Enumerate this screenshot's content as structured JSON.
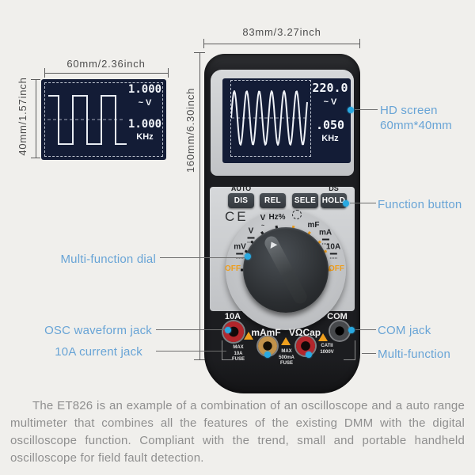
{
  "colors": {
    "accent_blue": "#68a4d6",
    "callout_cyan": "#29a9e1",
    "orange": "#f0a01e",
    "screen_navy": "#131c36",
    "jack_red": "#b3262b",
    "jack_brass": "#c2924a"
  },
  "dimensions": {
    "device_width": "83mm/3.27inch",
    "device_height": "160mm/6.30inch",
    "screen_width": "60mm/2.36inch",
    "screen_height": "40mm/1.57inch"
  },
  "inset_screen": {
    "v_value": "1.000",
    "v_unit": "~ V",
    "f_value": "1.000",
    "f_unit": "KHz"
  },
  "device_screen": {
    "v_value": "220.0",
    "v_unit": "~ V",
    "f_value": ".050",
    "f_unit": "KHz"
  },
  "buttons": {
    "auto_label": "AUTO",
    "ds_label": "DS",
    "items": [
      "DIS",
      "REL",
      "SELE",
      "HOLD"
    ]
  },
  "ce_mark": "CE",
  "dial": {
    "mv": "mV",
    "v_dc": "V",
    "v_ac": "V",
    "v_ac_sub": "~",
    "hz": "Hz%",
    "mf": "mF",
    "ma": "mA",
    "a10": "10A",
    "off_left": "OFF",
    "off_right": "OFF"
  },
  "jack_panel": {
    "left_label": "10A",
    "right_label": "COM",
    "mamf": "mAmF",
    "vohmcap": "VΩCap",
    "max_10a": "MAX\n10A\nFUSE",
    "max_500ma": "MAX\n500mA\nFUSE",
    "cat": "CATII\n1000V"
  },
  "callouts": {
    "hd_screen": "HD screen\n60mm*40mm",
    "function_button": "Function button",
    "com_jack": "COM jack",
    "multi_function": "Multi-function",
    "dial": "Multi-function dial",
    "osc_jack": "OSC waveform jack",
    "current_jack": "10A current jack"
  },
  "paragraph": "The ET826 is an example of a combination of an oscilloscope and a auto range multimeter that combines all the features of the existing DMM with the digital oscilloscope function. Compliant with the trend, small and portable handheld oscilloscope for field fault detection."
}
